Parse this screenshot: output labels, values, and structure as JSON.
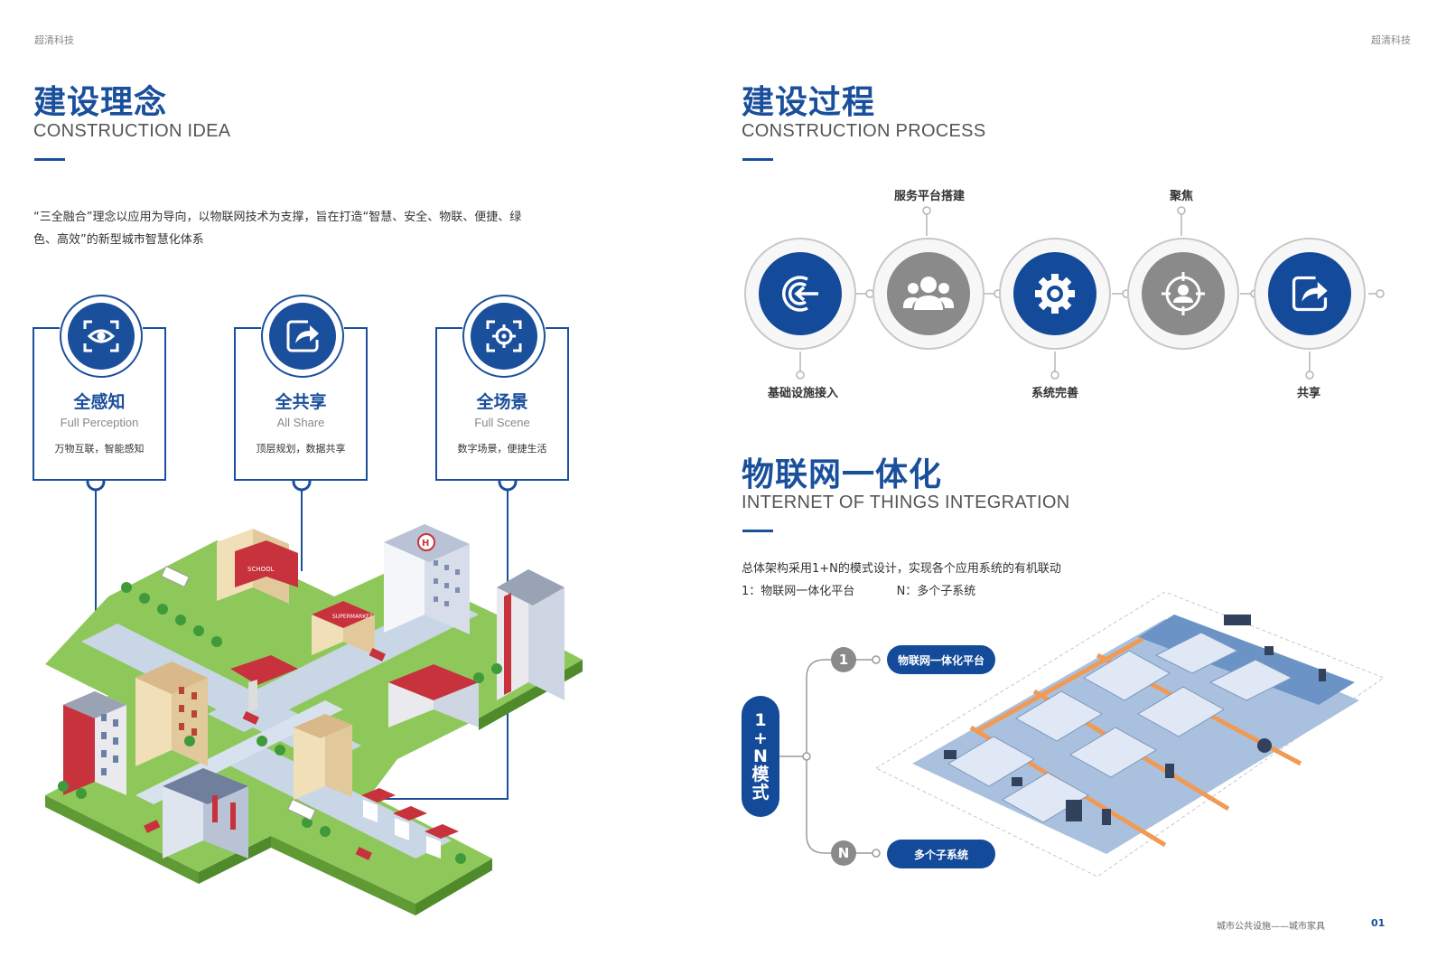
{
  "header": {
    "brand_left": "超清科技",
    "brand_right": "超清科技"
  },
  "idea": {
    "title": "建设理念",
    "subtitle": "CONSTRUCTION IDEA",
    "para_line1": "“三全融合”理念以应用为导向，以物联网技术为支撑，旨在打造“智慧、安全、物联、便捷、绿",
    "para_line2": "色、高效”的新型城市智慧化体系",
    "cards": [
      {
        "title": "全感知",
        "en": "Full Perception",
        "desc": "万物互联，智能感知",
        "icon": "eye-scan-icon"
      },
      {
        "title": "全共享",
        "en": "All Share",
        "desc": "顶层规划，数据共享",
        "icon": "share-icon"
      },
      {
        "title": "全场景",
        "en": "Full Scene",
        "desc": "数字场景，便捷生活",
        "icon": "target-scan-icon"
      }
    ],
    "illustration": {
      "banner_school": "SCHOOL",
      "banner_market": "SUPERMARKET",
      "helipad": "H"
    }
  },
  "process": {
    "title": "建设过程",
    "subtitle": "CONSTRUCTION PROCESS",
    "steps": [
      {
        "label": "基础设施接入",
        "icon": "access-icon",
        "color": "#134a9a"
      },
      {
        "label": "服务平台搭建",
        "icon": "users-icon",
        "color": "#8a8a8a"
      },
      {
        "label": "系统完善",
        "icon": "gear-icon",
        "color": "#134a9a"
      },
      {
        "label": "聚焦",
        "icon": "focus-icon",
        "color": "#8a8a8a"
      },
      {
        "label": "共享",
        "icon": "share-icon",
        "color": "#134a9a"
      }
    ]
  },
  "iot": {
    "title": "物联网一体化",
    "subtitle": "INTERNET OF THINGS INTEGRATION",
    "desc_line1": "总体架构采用1+N的模式设计，实现各个应用系统的有机联动",
    "desc_line2_a": "1：物联网一体化平台",
    "desc_line2_b": "N：多个子系统",
    "mode_label": "1+N模式",
    "num_one": "1",
    "num_n": "N",
    "pill_platform": "物联网一体化平台",
    "pill_subsystems": "多个子系统"
  },
  "footer": {
    "caption": "城市公共设施——城市家具",
    "page": "01"
  },
  "colors": {
    "brand_blue": "#1a4f9c",
    "gray": "#8a8a8a",
    "grass": "#7fbf4a",
    "road": "#c9d6e6"
  }
}
